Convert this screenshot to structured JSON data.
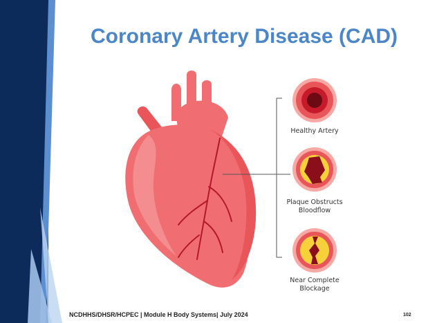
{
  "slide": {
    "title": "Coronary Artery Disease (CAD)",
    "labels": {
      "healthy": "Healthy Artery",
      "plaque_line1": "Plaque Obstructs",
      "plaque_line2": "Bloodflow",
      "blockage_line1": "Near Complete",
      "blockage_line2": "Blockage"
    },
    "footer": "NCDHHS/DHSR/HCPEC | Module H Body Systems| July 2024",
    "page_number": "102"
  },
  "colors": {
    "title": "#4a86c8",
    "dark_blue": "#0c2a5a",
    "light_blue": "#5b8fd0",
    "heart": "#f06e72",
    "artery_wall": "#e8565a",
    "plaque": "#f7d13a",
    "blood": "#8a0f1a"
  }
}
